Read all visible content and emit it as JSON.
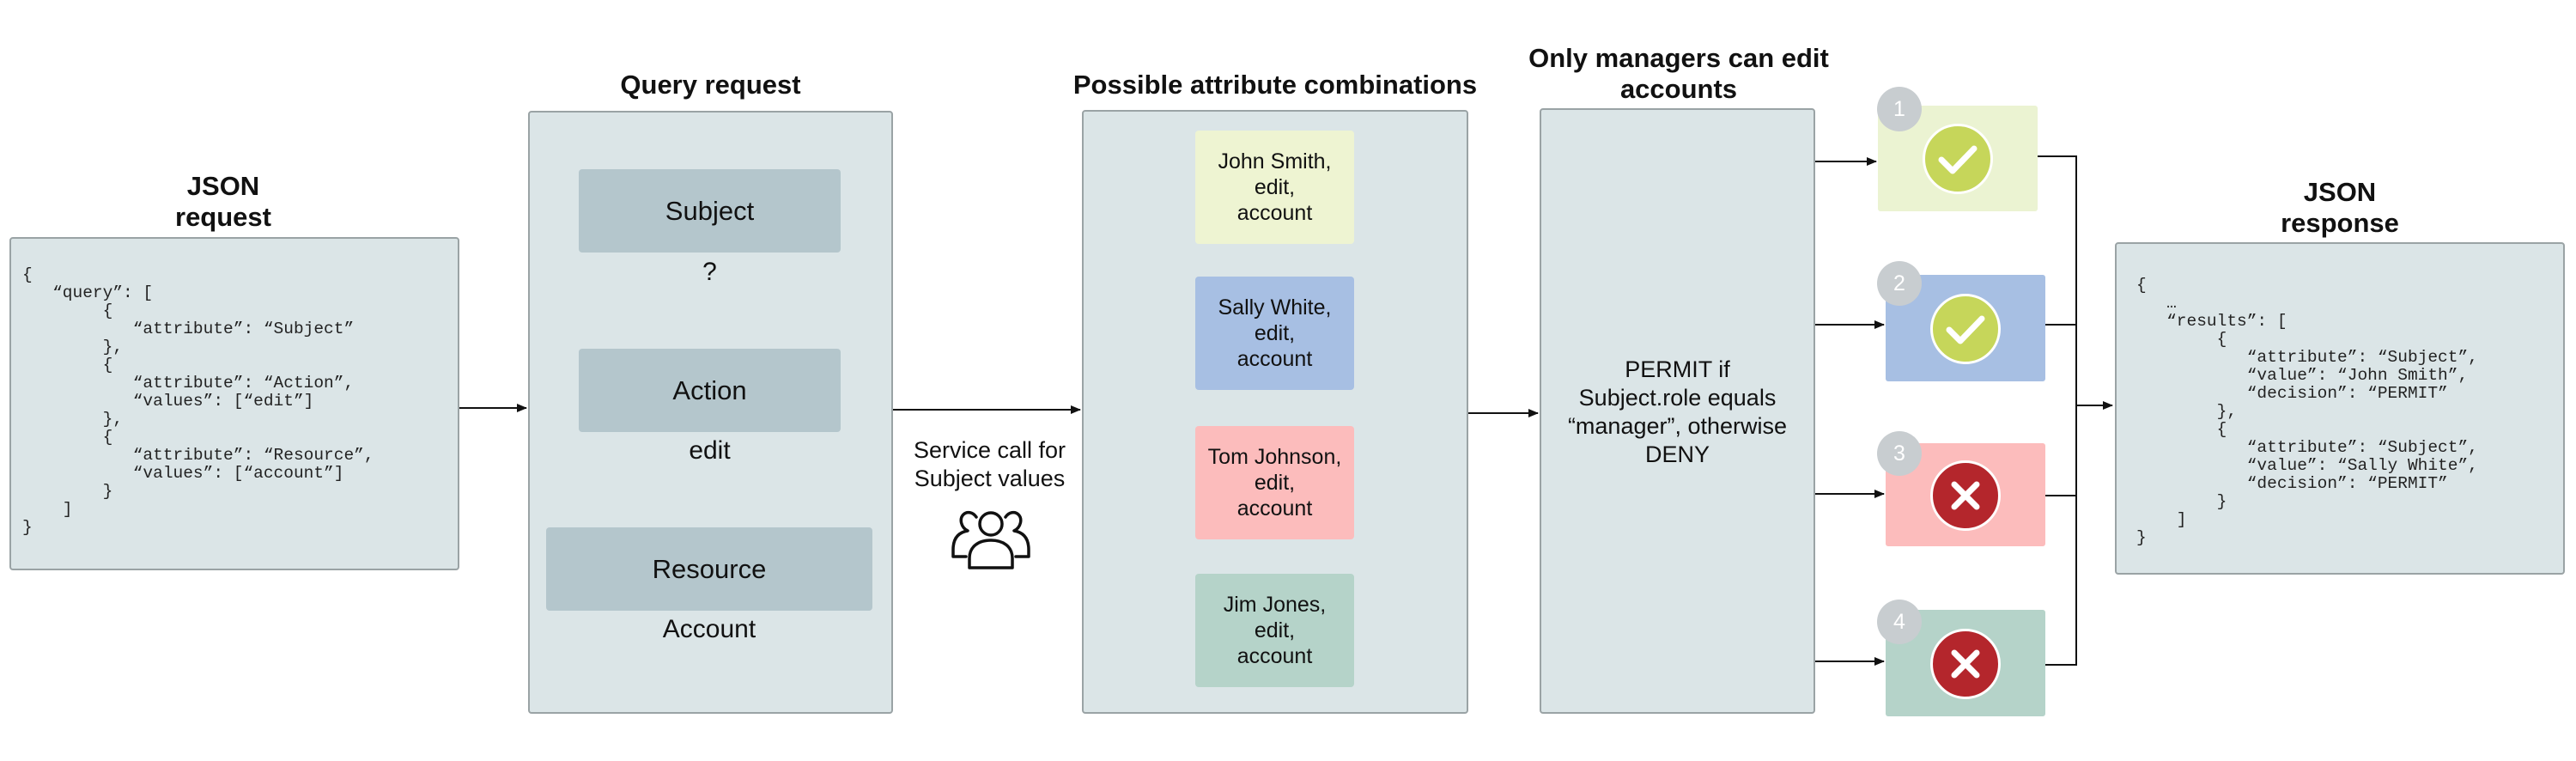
{
  "json_request": {
    "title_line1": "JSON",
    "title_line2": "request",
    "code": "{\n   “query”: [\n        {\n           “attribute”: “Subject”\n        },\n        {\n           “attribute”: “Action”,\n           “values”: [“edit”]\n        },\n        {\n           “attribute”: “Resource”,\n           “values”: [“account”]\n        }\n    ]\n}"
  },
  "query_request": {
    "title": "Query request",
    "subject_label": "Subject",
    "subject_value": "?",
    "action_label": "Action",
    "action_value": "edit",
    "resource_label": "Resource",
    "resource_value": "Account"
  },
  "service_call": {
    "line1": "Service call for",
    "line2": "Subject values",
    "icon": "users-icon"
  },
  "combinations": {
    "title": "Possible attribute combinations",
    "items": [
      {
        "line1": "John Smith,",
        "line2": "edit,",
        "line3": "account",
        "color": "#eef4d2"
      },
      {
        "line1": "Sally White,",
        "line2": "edit,",
        "line3": "account",
        "color": "#a7bfe3"
      },
      {
        "line1": "Tom Johnson,",
        "line2": "edit,",
        "line3": "account",
        "color": "#fcbcbc"
      },
      {
        "line1": "Jim Jones,",
        "line2": "edit,",
        "line3": "account",
        "color": "#b5d3c9"
      }
    ]
  },
  "policy": {
    "title_line1": "Only managers can edit",
    "title_line2": "accounts",
    "line1": "PERMIT if",
    "line2": "Subject.role equals",
    "line3": "“manager”, otherwise",
    "line4": "DENY"
  },
  "results": [
    {
      "number": "1",
      "decision": "permit",
      "icon": "check-icon",
      "box_color": "#ebf3d2",
      "circle_color": "#c6d65a"
    },
    {
      "number": "2",
      "decision": "permit",
      "icon": "check-icon",
      "box_color": "#a7bfe3",
      "circle_color": "#c6d65a"
    },
    {
      "number": "3",
      "decision": "deny",
      "icon": "x-icon",
      "box_color": "#fcbcbc",
      "circle_color": "#b4262c"
    },
    {
      "number": "4",
      "decision": "deny",
      "icon": "x-icon",
      "box_color": "#b5d3c9",
      "circle_color": "#b4262c"
    }
  ],
  "json_response": {
    "title_line1": "JSON",
    "title_line2": "response",
    "code": "{\n   …\n   “results”: [\n        {\n           “attribute”: “Subject”,\n           “value”: “John Smith”,\n           “decision”: “PERMIT”\n        },\n        {\n           “attribute”: “Subject”,\n           “value”: “Sally White”,\n           “decision”: “PERMIT”\n        }\n    ]\n}"
  }
}
